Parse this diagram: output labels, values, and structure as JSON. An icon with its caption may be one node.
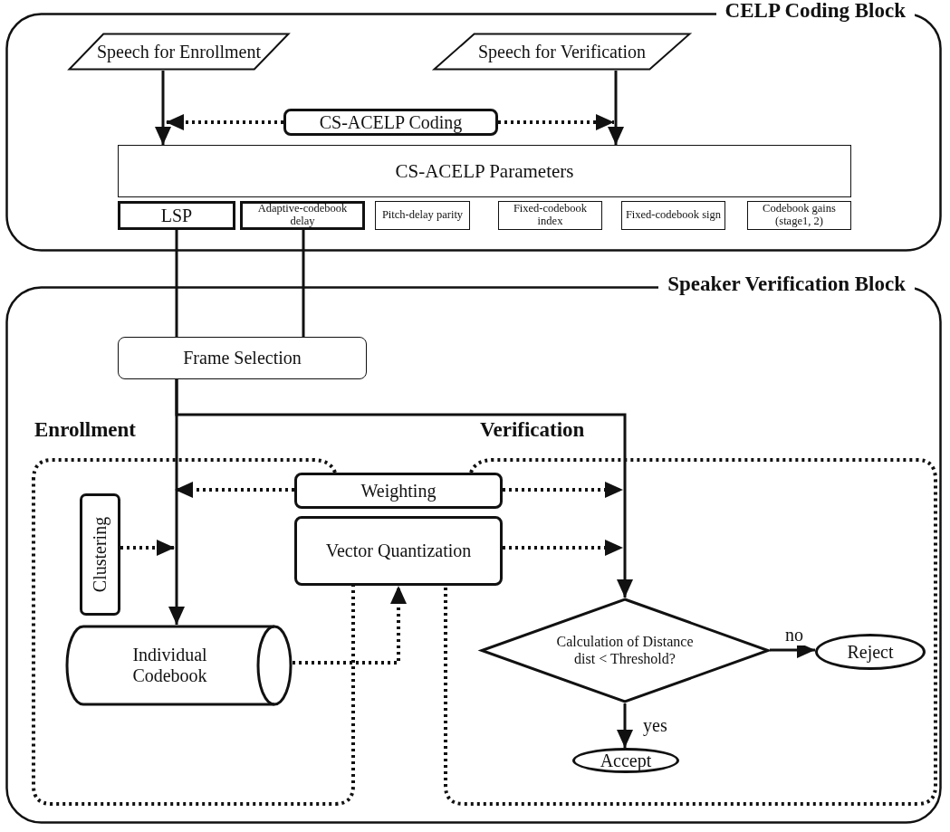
{
  "diagram": {
    "nodes": [
      {
        "text": [
          "CELP Coding Block"
        ]
      },
      {
        "text": [
          "Speech for Enrollment"
        ],
        "in": 0
      },
      {
        "text": [
          "Speech for Verification"
        ],
        "in": 0
      },
      {
        "text": [
          "CS-ACELP Coding"
        ],
        "in": 0
      },
      {
        "text": [
          "CS-ACELP Parameters"
        ],
        "in": 0
      },
      {
        "text": [
          "LSP"
        ],
        "in": 0
      },
      {
        "text": [
          "Adaptive-codebook delay"
        ],
        "in": 0
      },
      {
        "text": [
          "Pitch-delay parity"
        ],
        "in": 0
      },
      {
        "text": [
          "Fixed-codebook index"
        ],
        "in": 0
      },
      {
        "text": [
          "Fixed-codebook sign"
        ],
        "in": 0
      },
      {
        "text": [
          "Codebook gains (stage1, 2)"
        ],
        "in": 0
      },
      {
        "text": [
          "Speaker Verification Block"
        ]
      },
      {
        "text": [
          "Frame Selection"
        ],
        "in": 11
      },
      {
        "text": [
          "Enrollment"
        ],
        "in": 11
      },
      {
        "text": [
          "Verification"
        ],
        "in": 11
      },
      {
        "text": [
          "Weighting"
        ],
        "in": 11
      },
      {
        "text": [
          "Vector Quantization"
        ],
        "in": 11
      },
      {
        "text": [
          "Clustering"
        ],
        "in": 13
      },
      {
        "text": [
          "Individual Codebook"
        ],
        "in": 13
      },
      {
        "text": [
          "Calculation of Distance dist < Threshold?"
        ],
        "in": 14
      },
      {
        "text": [
          "Reject"
        ],
        "in": 14
      },
      {
        "text": [
          "Accept"
        ],
        "in": 14
      }
    ],
    "edges": [
      {
        "from": 1,
        "to": 4,
        "arrow": "to"
      },
      {
        "from": 2,
        "to": 4,
        "arrow": "to"
      },
      {
        "from": 3,
        "to": 4,
        "arrow": "to",
        "style": "dashed"
      },
      {
        "from": 3,
        "to": 4,
        "arrow": "to",
        "style": "dashed"
      },
      {
        "from": 5,
        "to": 12,
        "arrow": "none"
      },
      {
        "from": 6,
        "to": 12,
        "arrow": "none"
      },
      {
        "from": 12,
        "to": 18,
        "arrow": "to"
      },
      {
        "from": 12,
        "to": 19,
        "arrow": "to"
      },
      {
        "from": 15,
        "to": null,
        "arrow": "to",
        "style": "dashed"
      },
      {
        "from": 15,
        "to": null,
        "arrow": "to",
        "style": "dashed"
      },
      {
        "from": 17,
        "to": null,
        "arrow": "to",
        "style": "dashed"
      },
      {
        "from": 16,
        "to": null,
        "arrow": "to",
        "style": "dashed"
      },
      {
        "from": 18,
        "to": 16,
        "arrow": "to",
        "style": "dashed"
      },
      {
        "from": 19,
        "to": 20,
        "arrow": "to",
        "label": "no"
      },
      {
        "from": 19,
        "to": 21,
        "arrow": "to",
        "label": "yes"
      }
    ]
  }
}
